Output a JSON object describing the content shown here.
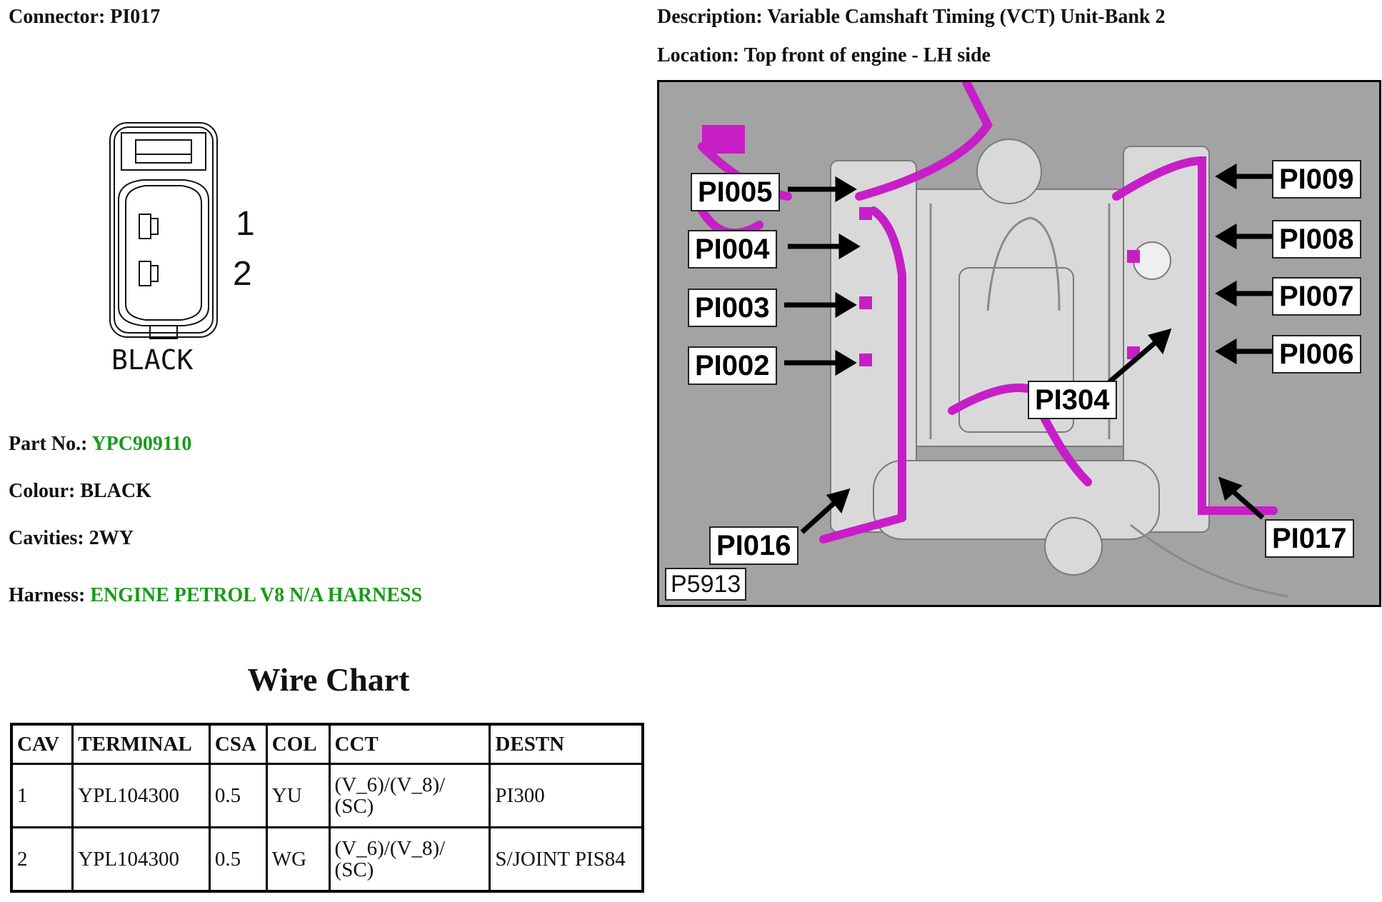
{
  "connector": {
    "label": "Connector:",
    "value": "PI017"
  },
  "description": {
    "label": "Description:",
    "value": "Variable Camshaft Timing (VCT) Unit-Bank 2"
  },
  "location": {
    "label": "Location:",
    "value": "Top front of engine - LH side"
  },
  "connector_drawing": {
    "pin1": "1",
    "pin2": "2",
    "color_label": "BLACK"
  },
  "part_no": {
    "label": "Part No.:",
    "value": "YPC909110"
  },
  "colour": {
    "label": "Colour:",
    "value": "BLACK"
  },
  "cavities": {
    "label": "Cavities:",
    "value": "2WY"
  },
  "harness": {
    "label": "Harness:",
    "value": "ENGINE PETROL V8 N/A HARNESS"
  },
  "wire_chart": {
    "title": "Wire Chart",
    "headers": [
      "CAV",
      "TERMINAL",
      "CSA",
      "COL",
      "CCT",
      "DESTN"
    ],
    "rows": [
      [
        "1",
        "YPL104300",
        "0.5",
        "YU",
        "(V_6)/(V_8)/ (SC)",
        "PI300"
      ],
      [
        "2",
        "YPL104300",
        "0.5",
        "WG",
        "(V_6)/(V_8)/ (SC)",
        "S/JOINT PIS84"
      ]
    ]
  },
  "engine_image": {
    "callouts": [
      "PI005",
      "PI004",
      "PI003",
      "PI002",
      "PI009",
      "PI008",
      "PI007",
      "PI006",
      "PI304",
      "PI016",
      "PI017"
    ],
    "figure_code": "P5913"
  },
  "colors": {
    "harness_magenta": "#c71ec7",
    "green_link": "#1a9a1a"
  }
}
